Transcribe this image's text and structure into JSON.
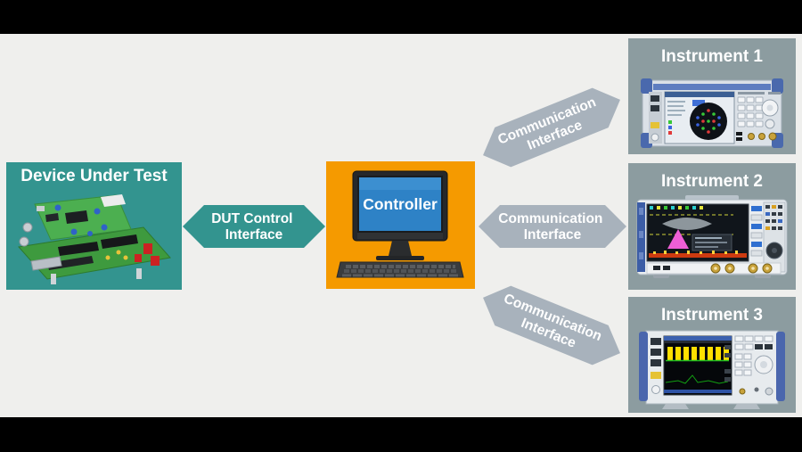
{
  "diagram": {
    "title_hint": "remote-instrument-control-setup",
    "colors": {
      "letterbox": "#000000",
      "background": "#EFEFED",
      "teal": "#33948F",
      "orange": "#F59A00",
      "arrow_gray": "#A8B2BC",
      "instrument_bg": "#8C9CA0",
      "label_text": "#FFFFFF",
      "screen_blue": "#2E82C6"
    },
    "dut": {
      "label": "Device Under Test",
      "icon": "circuit-board-icon"
    },
    "dut_arrow": {
      "line1": "DUT Control",
      "line2": "Interface",
      "shape": "double-headed-hexagon-arrow"
    },
    "controller": {
      "label": "Controller",
      "icon": "desktop-computer-icon"
    },
    "comm_arrows": [
      {
        "line1": "Communication",
        "line2": "Interface",
        "direction": "up-right"
      },
      {
        "line1": "Communication",
        "line2": "Interface",
        "direction": "right"
      },
      {
        "line1": "Communication",
        "line2": "Interface",
        "direction": "down-right"
      }
    ],
    "instruments": [
      {
        "label": "Instrument 1",
        "icon": "signal-generator-icon"
      },
      {
        "label": "Instrument 2",
        "icon": "oscilloscope-icon"
      },
      {
        "label": "Instrument 3",
        "icon": "spectrum-analyzer-icon"
      }
    ]
  }
}
